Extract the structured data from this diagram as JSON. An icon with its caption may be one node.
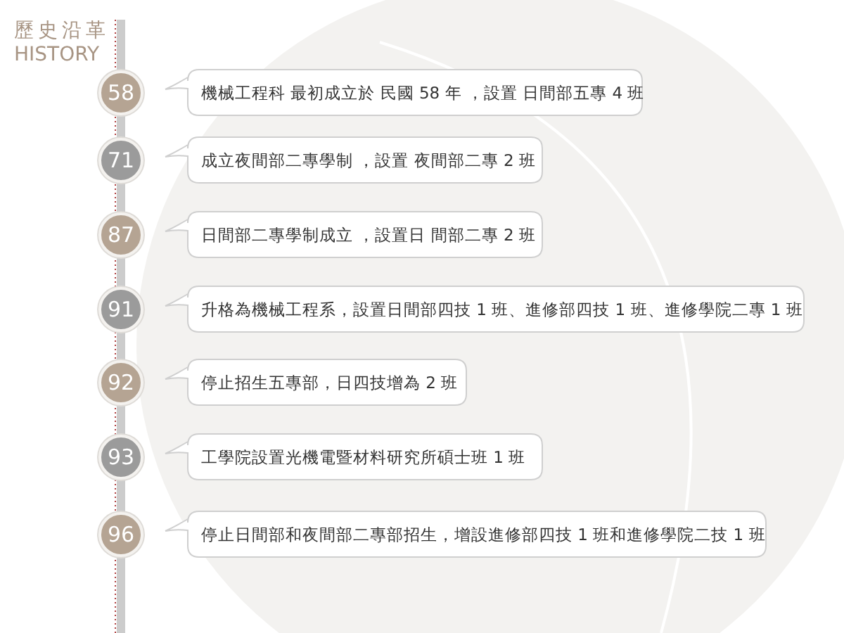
{
  "diagram": {
    "title": "歷史沿革",
    "nodes": [
      {
        "text": [
          "58"
        ]
      },
      {
        "text": [
          "機械工程科 最初成立於 民國 58 年 ，設置 日間部五專 4 班"
        ]
      },
      {
        "text": [
          "71"
        ]
      },
      {
        "text": [
          "成立夜間部二專學制 ，設置 夜間部二專 2 班"
        ]
      },
      {
        "text": [
          "87"
        ]
      },
      {
        "text": [
          "日間部二專學制成立 ，設置日 間部二專 2 班"
        ]
      },
      {
        "text": [
          "91"
        ]
      },
      {
        "text": [
          "升格為機械工程系，設置日間部四技 1 班、進修部四技 1 班、進修學院二專 1 班"
        ]
      },
      {
        "text": [
          "92"
        ]
      },
      {
        "text": [
          "停止招生五專部，日四技增為 2 班"
        ]
      },
      {
        "text": [
          "93"
        ]
      },
      {
        "text": [
          "工學院設置光機電暨材料研究所碩士班 1 班"
        ]
      },
      {
        "text": [
          "96"
        ]
      },
      {
        "text": [
          "停止日間部和夜間部二專部招生，增設進修部四技 1 班和進修學院二技 1 班"
        ]
      }
    ],
    "labels": [
      "HISTORY"
    ]
  }
}
